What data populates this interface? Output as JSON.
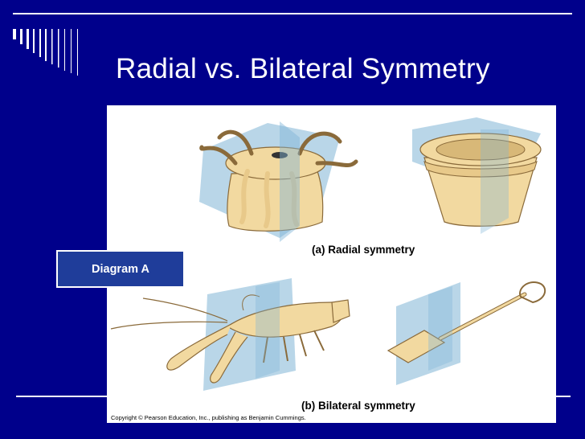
{
  "slide": {
    "title": "Radial vs. Bilateral Symmetry",
    "callout_label": "Diagram A"
  },
  "figure": {
    "caption_radial": "(a) Radial symmetry",
    "caption_bilateral": "(b) Bilateral symmetry",
    "copyright": "Copyright © Pearson Education, Inc., publishing as Benjamin Cummings."
  },
  "colors": {
    "background": "#00008b",
    "callout_fill": "#1f3d9a",
    "plane_blue": "#7fb4d6",
    "specimen_tan": "#f2d9a0",
    "specimen_outline": "#8a6a3a"
  }
}
